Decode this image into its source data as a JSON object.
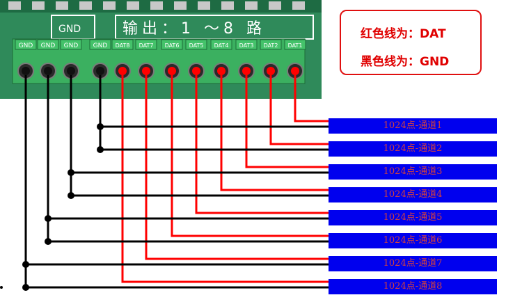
{
  "board": {
    "gnd_group_label": "GND",
    "output_group_label": "输出：1 ～8 路",
    "terminals": [
      "GND",
      "GND",
      "GND",
      "GND",
      "DAT8",
      "DAT7",
      "DAT6",
      "DAT5",
      "DAT4",
      "DAT3",
      "DAT2",
      "DAT1"
    ]
  },
  "legend": {
    "red_line": "红色线为：DAT",
    "black_line": "黑色线为：GND"
  },
  "channels": [
    "1024点-通道1",
    "1024点-通道2",
    "1024点-通道3",
    "1024点-通道4",
    "1024点-通道5",
    "1024点-通道6",
    "1024点-通道7",
    "1024点-通道8"
  ],
  "colors": {
    "board_green": "#2f8a5a",
    "terminal_green": "#3bb060",
    "data_wire": "#ff0000",
    "ground_wire": "#000000",
    "channel_bar": "#0000ee"
  }
}
